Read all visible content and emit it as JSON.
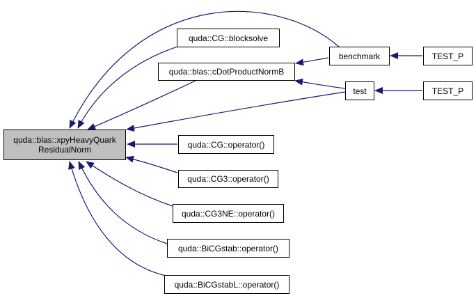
{
  "graph": {
    "root": {
      "line1": "quda::blas::xpyHeavyQuark",
      "line2": "ResidualNorm"
    },
    "nodes": {
      "blocksolve": "quda::CG::blocksolve",
      "cdot": "quda::blas::cDotProductNormB",
      "benchmark": "benchmark",
      "test": "test",
      "testp1": "TEST_P",
      "testp2": "TEST_P",
      "cg_op": "quda::CG::operator()",
      "cg3_op": "quda::CG3::operator()",
      "cg3ne_op": "quda::CG3NE::operator()",
      "bicgstab_op": "quda::BiCGstab::operator()",
      "bicgstabl_op": "quda::BiCGstabL::operator()"
    },
    "colors": {
      "edge": "#191970",
      "root_fill": "#bfbfbf",
      "node_fill": "#ffffff",
      "border": "#000000"
    }
  }
}
